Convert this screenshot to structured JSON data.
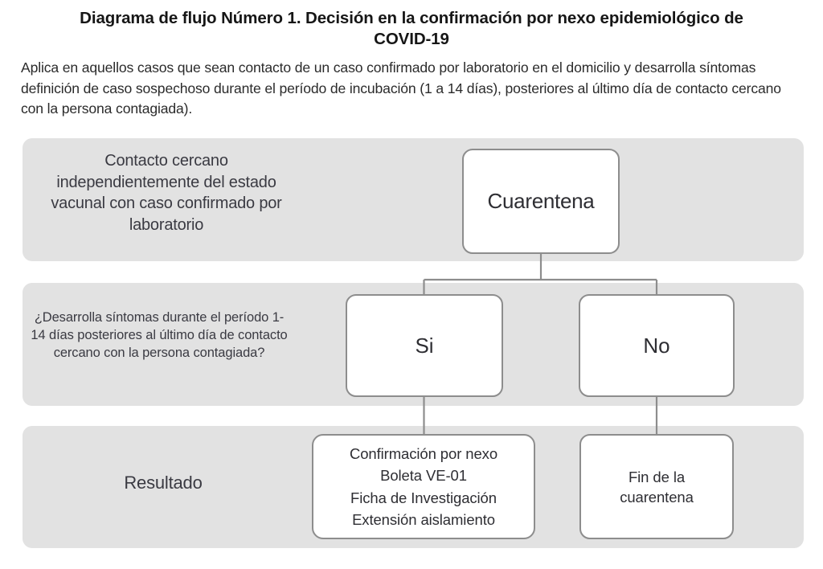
{
  "header": {
    "title": "Diagrama de flujo Número 1. Decisión en la confirmación por nexo epidemiológico de COVID-19",
    "subtitle": "Aplica en aquellos casos que sean contacto de un caso confirmado por laboratorio en el domicilio y desarrolla síntomas definición de caso sospechoso durante el período de incubación (1 a 14 días), posteriores al último día de contacto cercano con la persona contagiada)."
  },
  "bands": [
    {
      "label": "Contacto cercano independientemente del estado vacunal con caso confirmado por laboratorio"
    },
    {
      "label": "¿Desarrolla síntomas durante el período 1-14 días posteriores al último día de contacto cercano con la persona contagiada?"
    },
    {
      "label": "Resultado"
    }
  ],
  "nodes": {
    "cuarentena": "Cuarentena",
    "si": "Si",
    "no": "No",
    "result_si": "Confirmación por nexo\nBoleta VE-01\nFicha de Investigación\nExtensión aislamiento",
    "result_no": "Fin de la\ncuarentena"
  },
  "colors": {
    "band_background": "#e2e2e2",
    "node_background": "#ffffff",
    "node_border": "#8d8d8d",
    "connector": "#8d8d8d",
    "page_background": "#ffffff",
    "title_text": "#161616",
    "body_text": "#2e2e33"
  },
  "chart_data": {
    "type": "diagram",
    "title": "Diagrama de flujo Número 1. Decisión en la confirmación por nexo epidemiológico de COVID-19",
    "layout": "top-down decision tree, 3 swimlane rows",
    "rows": [
      {
        "label": "Contacto cercano independientemente del estado vacunal con caso confirmado por laboratorio",
        "nodes": [
          "Cuarentena"
        ]
      },
      {
        "label": "¿Desarrolla síntomas durante el período 1-14 días posteriores al último día de contacto cercano con la persona contagiada?",
        "nodes": [
          "Si",
          "No"
        ]
      },
      {
        "label": "Resultado",
        "nodes": [
          "Confirmación por nexo / Boleta VE-01 / Ficha de Investigación / Extensión aislamiento",
          "Fin de la cuarentena"
        ]
      }
    ],
    "edges": [
      {
        "from": "Cuarentena",
        "to": "Si"
      },
      {
        "from": "Cuarentena",
        "to": "No"
      },
      {
        "from": "Si",
        "to": "Confirmación por nexo / Boleta VE-01 / Ficha de Investigación / Extensión aislamiento"
      },
      {
        "from": "No",
        "to": "Fin de la cuarentena"
      }
    ]
  }
}
